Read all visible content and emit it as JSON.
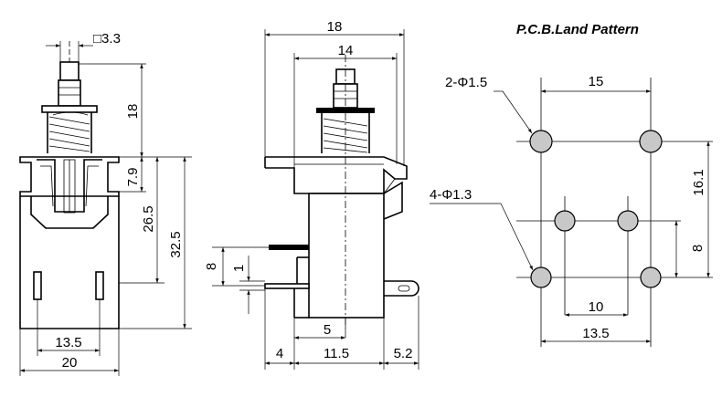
{
  "title": "P.C.B.Land Pattern",
  "front_view": {
    "square": "□3.3",
    "d18": "18",
    "d7_9": "7.9",
    "d26_5": "26.5",
    "d32_5": "32.5",
    "d13_5": "13.5",
    "d20": "20"
  },
  "side_view": {
    "d18": "18",
    "d14": "14",
    "d8": "8",
    "d1": "1",
    "d5": "5",
    "d4": "4",
    "d11_5": "11.5",
    "d5_2": "5.2"
  },
  "land_pattern": {
    "hole_large": "2-Φ1.5",
    "hole_small": "4-Φ1.3",
    "d15": "15",
    "d16_1": "16.1",
    "d8": "8",
    "d10": "10",
    "d13_5": "13.5"
  }
}
